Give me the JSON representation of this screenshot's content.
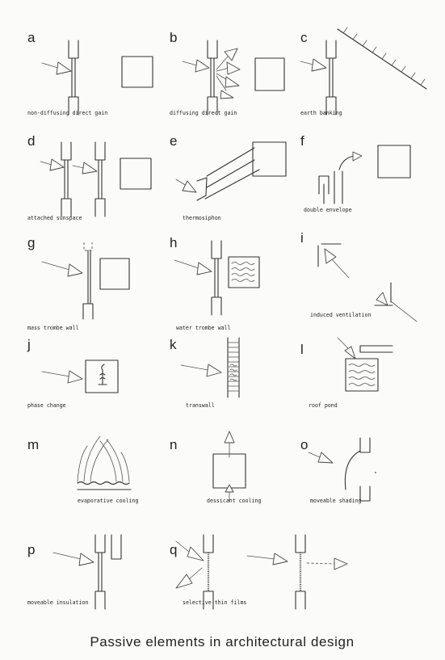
{
  "title": "Passive elements in architectural design",
  "elements": [
    {
      "letter": "a",
      "caption": "non-diffusing direct gain"
    },
    {
      "letter": "b",
      "caption": "diffusing direct gain"
    },
    {
      "letter": "c",
      "caption": "earth banking"
    },
    {
      "letter": "d",
      "caption": "attached sunspace"
    },
    {
      "letter": "e",
      "caption": "thermosiphon"
    },
    {
      "letter": "f",
      "caption": "double envelope"
    },
    {
      "letter": "g",
      "caption": "mass trombe wall"
    },
    {
      "letter": "h",
      "caption": "water trombe wall"
    },
    {
      "letter": "i",
      "caption": "induced ventilation"
    },
    {
      "letter": "j",
      "caption": "phase change"
    },
    {
      "letter": "k",
      "caption": "transwall"
    },
    {
      "letter": "l",
      "caption": "roof pond"
    },
    {
      "letter": "m",
      "caption": "evaporative cooling"
    },
    {
      "letter": "n",
      "caption": "dessicant cooling"
    },
    {
      "letter": "o",
      "caption": "moveable shading"
    },
    {
      "letter": "p",
      "caption": "moveable insulation"
    },
    {
      "letter": "q",
      "caption": "selective thin films"
    }
  ]
}
